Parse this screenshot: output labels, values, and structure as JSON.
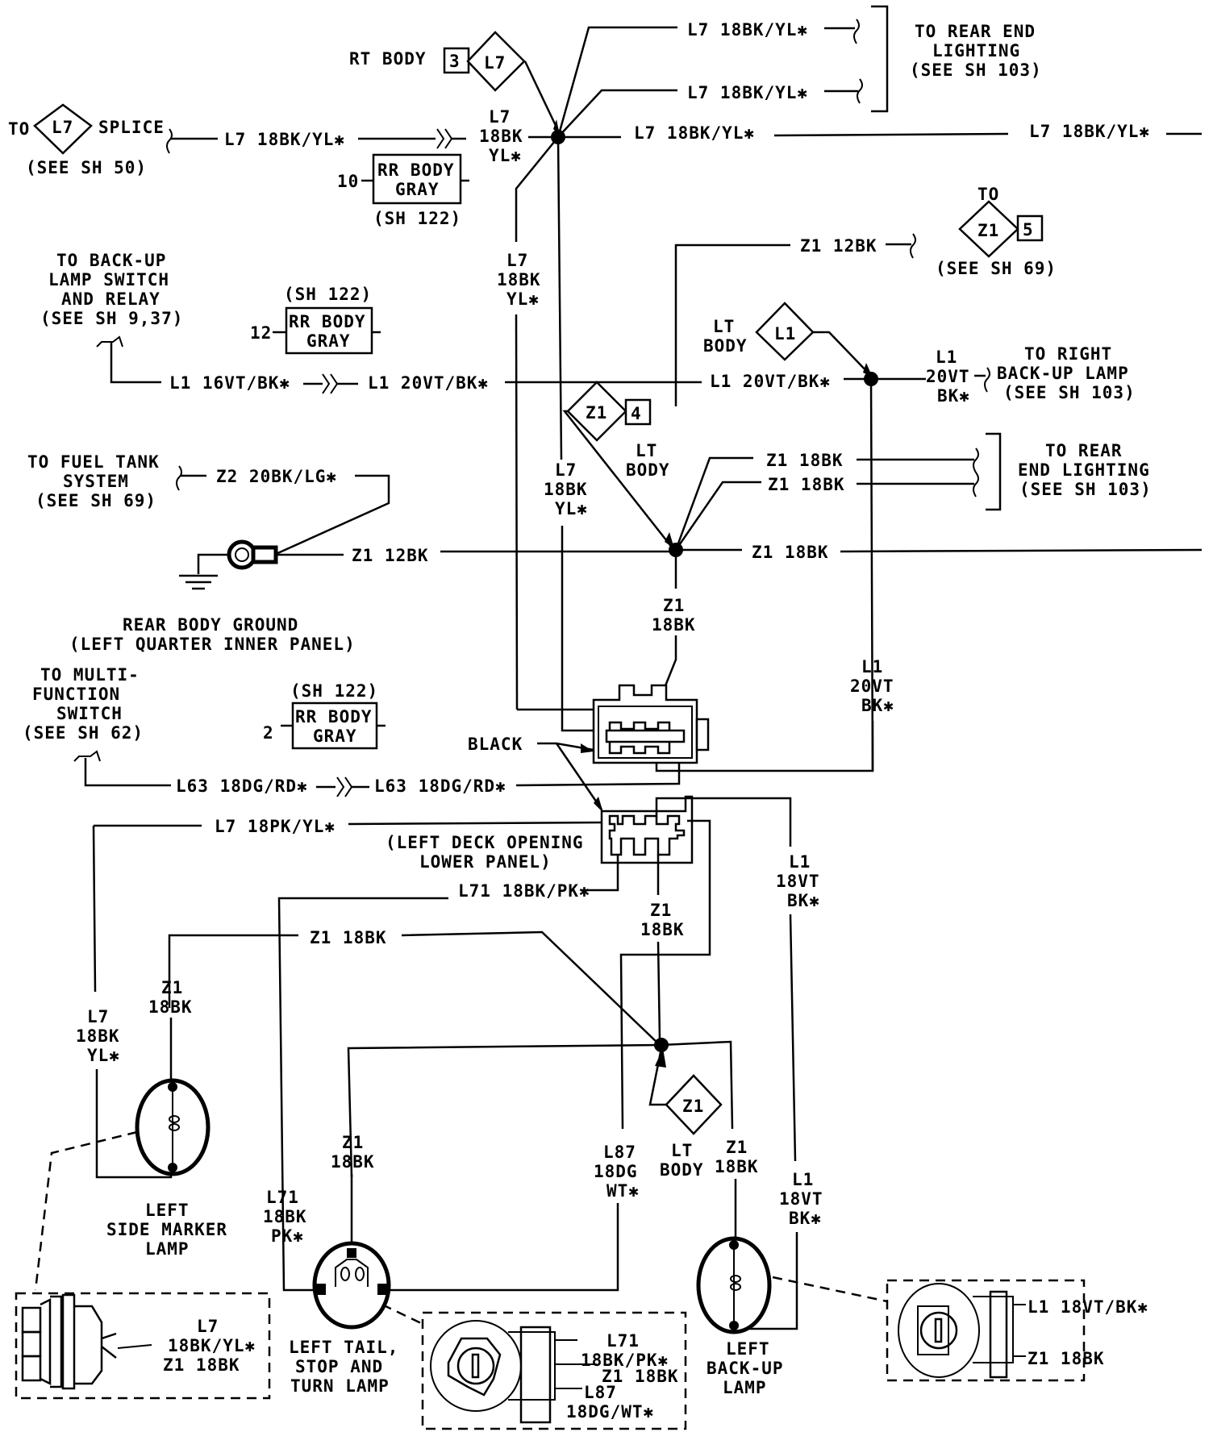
{
  "title": "Rear Lighting Wiring Diagram",
  "colors": {
    "ink": "#000000",
    "paper": "#ffffff"
  },
  "top": {
    "to_splice": {
      "to": "TO",
      "code": "L7",
      "label": "SPLICE",
      "ref": "(SEE SH 50)"
    },
    "wire_in": "L7 18BK/YL✱",
    "rt_body": {
      "label": "RT BODY",
      "pin": "3",
      "code": "L7"
    },
    "splice_label": [
      "L7",
      "18BK",
      "YL✱"
    ],
    "rr_body_10": {
      "pin": "10",
      "line1": "RR BODY",
      "line2": "GRAY",
      "ref": "(SH 122)"
    },
    "rear_end_1": "L7 18BK/YL✱",
    "rear_end_2": "L7 18BK/YL✱",
    "rear_end_dest": [
      "TO REAR END",
      "LIGHTING",
      "(SEE SH 103)"
    ],
    "through_1": "L7 18BK/YL✱",
    "through_2": "L7 18BK/YL✱",
    "z1_12bk": "Z1 12BK",
    "to_z1_5": {
      "to": "TO",
      "code": "Z1",
      "pin": "5",
      "ref": "(SEE SH 69)"
    }
  },
  "middle": {
    "backup_switch": [
      "TO BACK-UP",
      "LAMP SWITCH",
      "AND RELAY",
      "(SEE SH 9,37)"
    ],
    "rr_body_12": {
      "ref": "(SH 122)",
      "pin": "12",
      "line1": "RR BODY",
      "line2": "GRAY"
    },
    "l1_16": "L1 16VT/BK✱",
    "l1_20a": "L1 20VT/BK✱",
    "l1_20b": "L1 20VT/BK✱",
    "lt_body_l1": {
      "label1": "LT",
      "label2": "BODY",
      "code": "L1"
    },
    "right_backup_wire": [
      "L1",
      "20VT",
      "BK✱"
    ],
    "right_backup_dest": [
      "TO RIGHT",
      "BACK-UP LAMP",
      "(SEE SH 103)"
    ],
    "l7_vert": [
      "L7",
      "18BK",
      "YL✱"
    ],
    "l7_vert2": [
      "L7",
      "18BK",
      "YL✱"
    ],
    "z1_4": {
      "code": "Z1",
      "pin": "4",
      "label1": "LT",
      "label2": "BODY"
    },
    "z1_18bk_a": "Z1 18BK",
    "z1_18bk_b": "Z1 18BK",
    "rear_end_dest2": [
      "TO REAR",
      "END LIGHTING",
      "(SEE SH 103)"
    ],
    "fuel_tank": [
      "TO FUEL TANK",
      "SYSTEM",
      "(SEE SH 69)"
    ],
    "z2": "Z2 20BK/LG✱",
    "z1_12bk_ground": "Z1 12BK",
    "z1_18bk_c": "Z1 18BK",
    "ground_label": [
      "REAR BODY GROUND",
      "(LEFT QUARTER INNER PANEL)"
    ],
    "z1_vert": [
      "Z1",
      "18BK"
    ],
    "l1_vert": [
      "L1",
      "20VT",
      "BK✱"
    ]
  },
  "lower": {
    "multi_function": [
      "TO MULTI-",
      "FUNCTION",
      "SWITCH",
      "(SEE SH 62)"
    ],
    "rr_body_2": {
      "ref": "(SH 122)",
      "pin": "2",
      "line1": "RR BODY",
      "line2": "GRAY"
    },
    "black": "BLACK",
    "l63_a": "L63 18DG/RD✱",
    "l63_b": "L63 18DG/RD✱",
    "l7_pk": "L7 18PK/YL✱",
    "deck_connector": [
      "(LEFT DECK OPENING",
      "LOWER PANEL)"
    ],
    "l71": "L71 18BK/PK✱",
    "l1_18vt": [
      "L1",
      "18VT",
      "BK✱"
    ],
    "z1_18bk_d": "Z1 18BK",
    "z1_vert_deck": [
      "Z1",
      "18BK"
    ],
    "l7_side": [
      "L7",
      "18BK",
      "YL✱"
    ],
    "z1_side": [
      "Z1",
      "18BK"
    ],
    "z1_tail": [
      "Z1",
      "18BK"
    ],
    "l87": [
      "L87",
      "18DG",
      "WT✱"
    ],
    "lt_body_z1": {
      "code": "Z1",
      "label1": "LT",
      "label2": "BODY"
    },
    "z1_backup": [
      "Z1",
      "18BK"
    ],
    "l1_backup": [
      "L1",
      "18VT",
      "BK✱"
    ],
    "l71_tail": [
      "L71",
      "18BK",
      "PK✱"
    ]
  },
  "lamps": {
    "side_marker": [
      "LEFT",
      "SIDE MARKER",
      "LAMP"
    ],
    "tail": [
      "LEFT TAIL,",
      "STOP AND",
      "TURN LAMP"
    ],
    "backup": [
      "LEFT",
      "BACK-UP",
      "LAMP"
    ]
  },
  "details": {
    "side_marker": [
      "L7",
      "18BK/YL✱",
      "Z1 18BK"
    ],
    "tail": [
      "L71",
      "18BK/PK✱",
      "Z1 18BK",
      "L87",
      "18DG/WT✱"
    ],
    "backup": [
      "L1 18VT/BK✱",
      "Z1 18BK"
    ]
  }
}
